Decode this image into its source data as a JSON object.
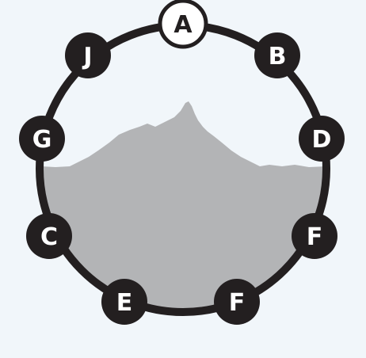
{
  "colors": {
    "background": "#f1f6fa",
    "ring": "#231f20",
    "silhouette": "#b3b4b6",
    "node_dark": "#231f20",
    "node_light": "#ffffff",
    "label_on_dark": "#ffffff",
    "label_on_light": "#231f20"
  },
  "nodes": [
    {
      "label": "A",
      "style": "light"
    },
    {
      "label": "B",
      "style": "dark"
    },
    {
      "label": "D",
      "style": "dark"
    },
    {
      "label": "F",
      "style": "dark"
    },
    {
      "label": "F",
      "style": "dark"
    },
    {
      "label": "E",
      "style": "dark"
    },
    {
      "label": "C",
      "style": "dark"
    },
    {
      "label": "G",
      "style": "dark"
    },
    {
      "label": "J",
      "style": "dark"
    }
  ]
}
